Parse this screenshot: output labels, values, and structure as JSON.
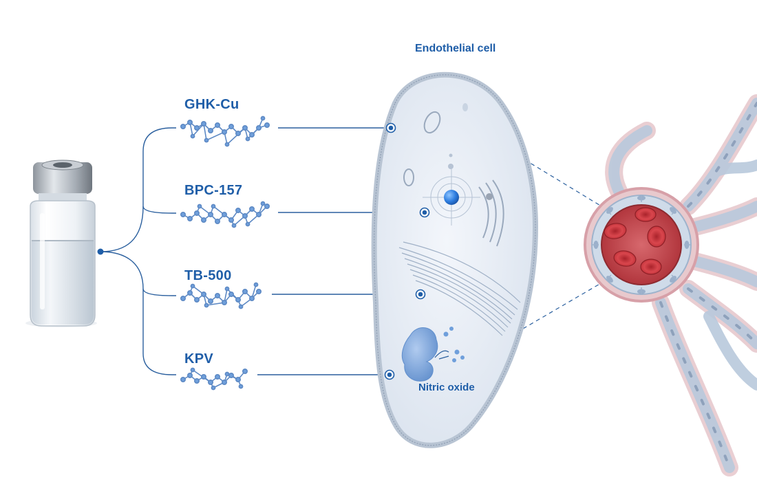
{
  "diagram": {
    "cell_title": "Endothelial cell",
    "peptides": [
      {
        "label": "GHK-Cu"
      },
      {
        "label": "BPC-157"
      },
      {
        "label": "TB-500"
      },
      {
        "label": "KPV"
      }
    ],
    "nitric_oxide_label": "Nitric oxide",
    "colors": {
      "accent": "#1f5ea8",
      "line": "#2a5f9e",
      "cell_fill": "#e6edf6",
      "vessel_red": "#c0454a"
    }
  }
}
